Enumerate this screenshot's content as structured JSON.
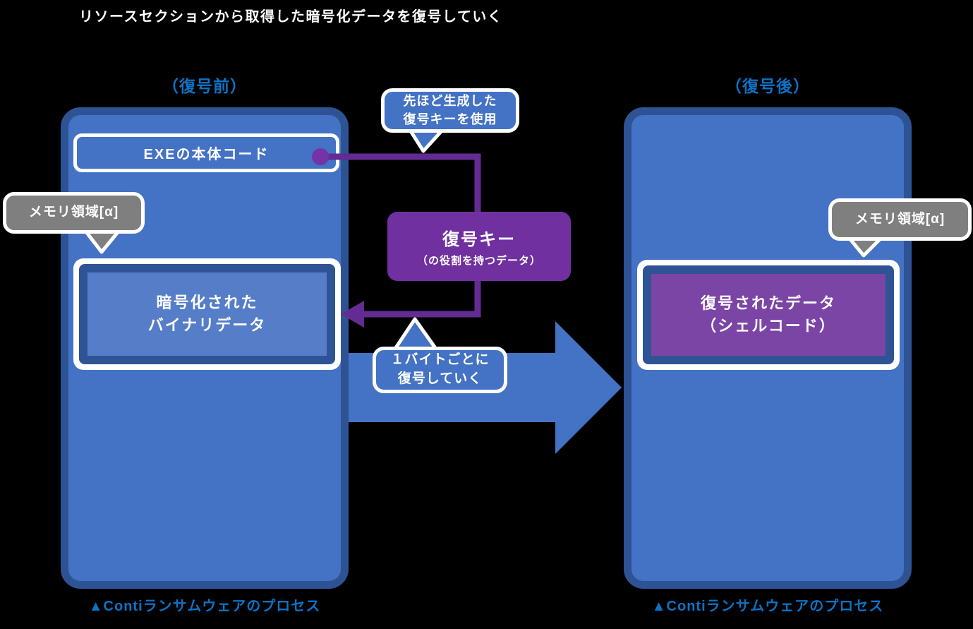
{
  "title": "リソースセクションから取得した暗号化データを復号していく",
  "colors": {
    "background": "#000000",
    "process_fill": "#4472C4",
    "process_border": "#2E5395",
    "encrypted_fill": "#567EC8",
    "decoded_fill": "#7B45A5",
    "key_purple": "#7030A0",
    "connector_purple": "#632C92",
    "gray_callout": "#7F7F7F",
    "blue_text": "#0C73C6"
  },
  "left": {
    "stage": "（復号前）",
    "exe_label": "EXEの本体コード",
    "memory_callout": "メモリ領域[α]",
    "data_line1": "暗号化された",
    "data_line2": "バイナリデータ",
    "caption": "▲Contiランサムウェアのプロセス"
  },
  "right": {
    "stage": "（復号後）",
    "memory_callout": "メモリ領域[α]",
    "data_line1": "復号されたデータ",
    "data_line2": "（シェルコード）",
    "caption": "▲Contiランサムウェアのプロセス"
  },
  "center": {
    "key_title": "復号キー",
    "key_subtitle": "（の役割を持つデータ）",
    "callout_top_line1": "先ほど生成した",
    "callout_top_line2": "復号キーを使用",
    "callout_bottom_line1": "１バイトごとに",
    "callout_bottom_line2": "復号していく"
  }
}
